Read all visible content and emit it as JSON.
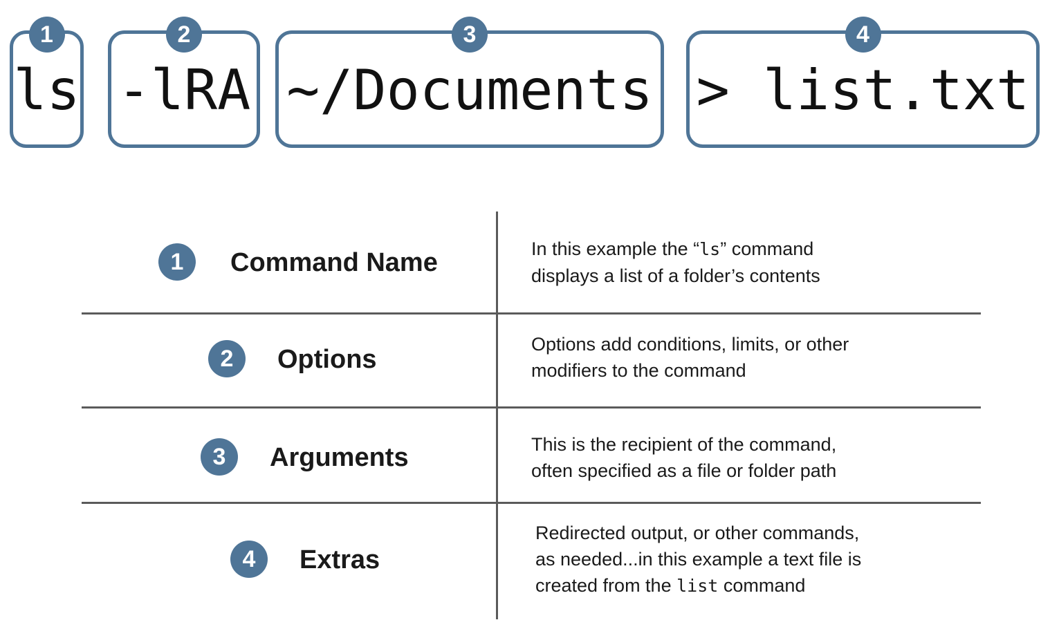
{
  "accent_color": "#4f7597",
  "command_parts": [
    {
      "number": "1",
      "text": "ls"
    },
    {
      "number": "2",
      "text": "-lRA"
    },
    {
      "number": "3",
      "text": "~/Documents"
    },
    {
      "number": "4",
      "text": "> list.txt"
    }
  ],
  "rows": [
    {
      "number": "1",
      "title": "Command Name",
      "desc": {
        "line1_pre": "In this example the “",
        "line1_code": "ls",
        "line1_post": "” command",
        "line2": "displays a list of a folder’s contents"
      }
    },
    {
      "number": "2",
      "title": "Options",
      "desc": {
        "line1": "Options add conditions, limits, or other",
        "line2": "modifiers to the command"
      }
    },
    {
      "number": "3",
      "title": "Arguments",
      "desc": {
        "line1": "This is the recipient of the command,",
        "line2": "often specified as a file or folder path"
      }
    },
    {
      "number": "4",
      "title": "Extras",
      "desc": {
        "line1": "Redirected output, or other commands,",
        "line2": "as needed...in this example a text file is",
        "line3_pre": "created from the ",
        "line3_code": "list",
        "line3_post": " command"
      }
    }
  ]
}
